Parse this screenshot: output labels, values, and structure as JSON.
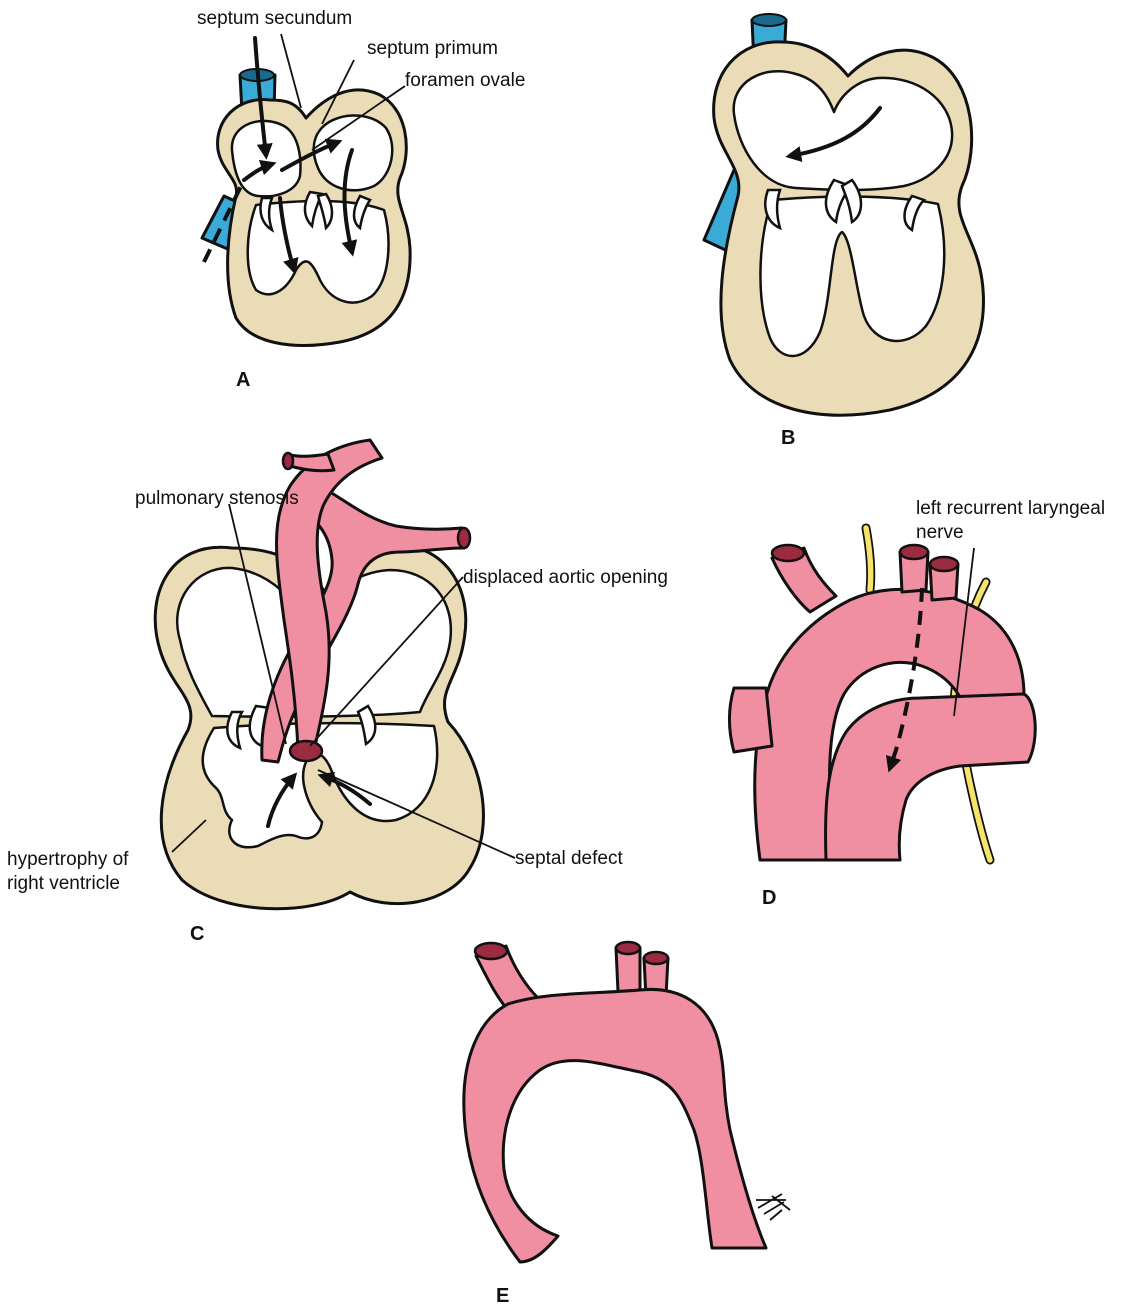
{
  "panels": {
    "a": {
      "letter": "A"
    },
    "b": {
      "letter": "B"
    },
    "c": {
      "letter": "C"
    },
    "d": {
      "letter": "D"
    },
    "e": {
      "letter": "E"
    }
  },
  "labels": {
    "septum_secundum": "septum secundum",
    "septum_primum": "septum primum",
    "foramen_ovale": "foramen ovale",
    "pulmonary_stenosis": "pulmonary stenosis",
    "displaced_aortic_opening": "displaced aortic opening",
    "hypertrophy_line1": "hypertrophy of",
    "hypertrophy_line2": "right ventricle",
    "septal_defect": "septal defect",
    "laryngeal_line1": "left recurrent laryngeal",
    "laryngeal_line2": "nerve"
  },
  "colors": {
    "myocardium": "#e9dcb6",
    "artery": "#f08ea2",
    "vein": "#3aaad6",
    "nerve": "#f5e36a"
  }
}
